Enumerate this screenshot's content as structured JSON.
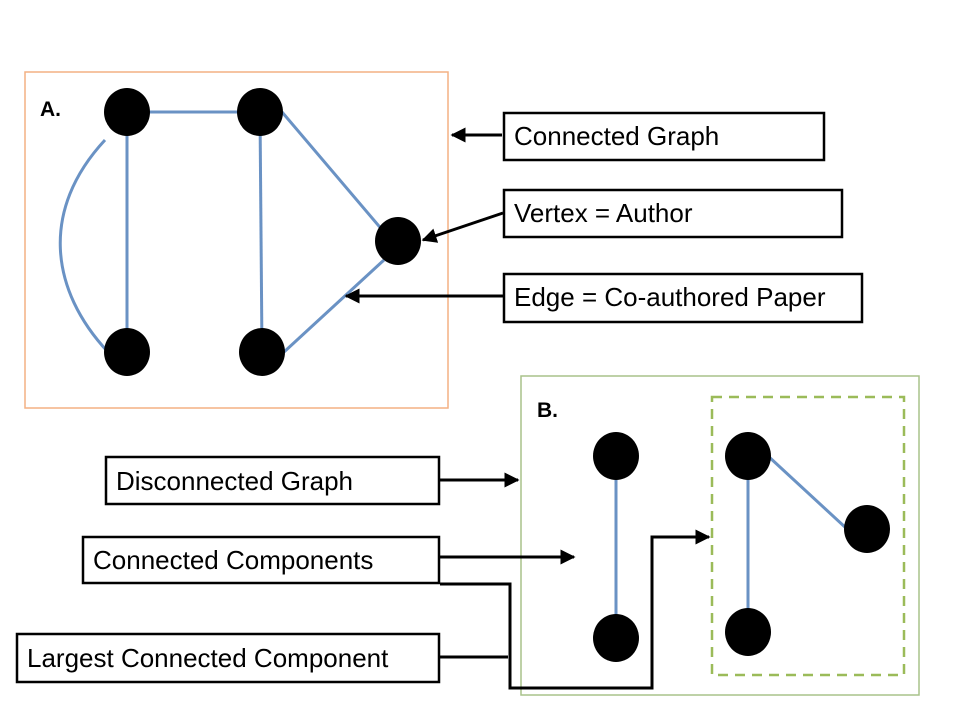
{
  "colors": {
    "panel_a_border": "#f4b183",
    "panel_b_border": "#a9c28a",
    "component_dash": "#9bbb59",
    "edge": "#6a92c4",
    "vertex": "#000000",
    "arrow": "#000000"
  },
  "panel_a": {
    "label": "A.",
    "vertex_count": 5,
    "edge_count": 6
  },
  "panel_b": {
    "label": "B.",
    "vertex_count": 5,
    "edge_count": 3
  },
  "callouts": {
    "connected_graph": "Connected Graph",
    "vertex_author": "Vertex = Author",
    "edge_paper": "Edge = Co-authored Paper",
    "disconnected_graph": "Disconnected Graph",
    "connected_components": "Connected Components",
    "largest_component": "Largest Connected Component"
  }
}
